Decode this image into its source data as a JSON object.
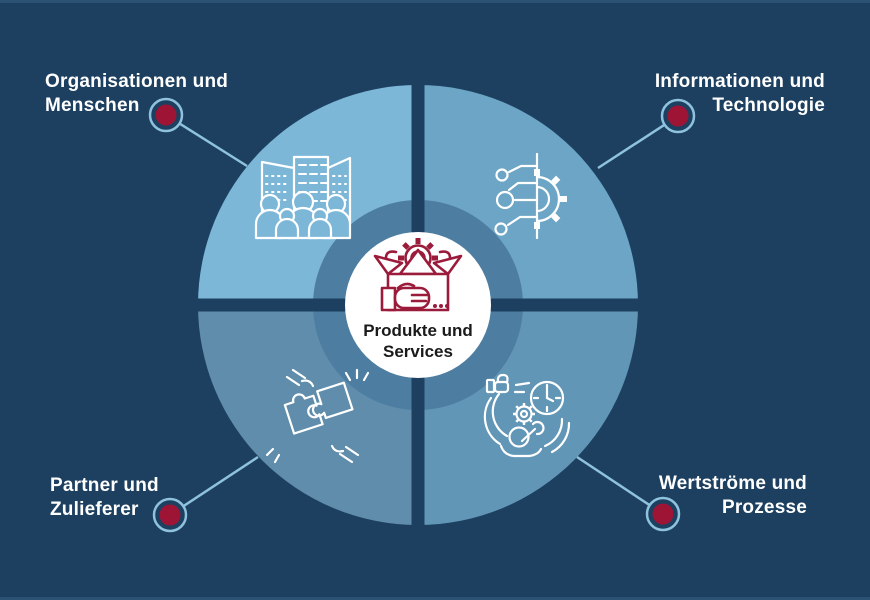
{
  "colors": {
    "background": "#1d4060",
    "edge_strip": "#2b5173",
    "quadrant_top_left": "#7db7d8",
    "quadrant_top_right": "#6ca5c5",
    "quadrant_bottom_left": "#5f8dab",
    "quadrant_bottom_right": "#6296b6",
    "inner_ring": "#4d7ea1",
    "center_circle": "#ffffff",
    "marker_fill": "#9e1435",
    "marker_ring": "#8ec2dd",
    "connector_line": "#8ec2dd",
    "label_text": "#ffffff",
    "center_text": "#1a1a1a",
    "center_icon": "#9b1b3b",
    "quadrant_icon": "#ffffff"
  },
  "center": {
    "line1": "Produkte und",
    "line2": "Services",
    "icon": "open-box-gear-hand"
  },
  "quadrants": [
    {
      "position": "top-left",
      "line1": "Organisationen und",
      "line2": "Menschen",
      "icon": "buildings-people"
    },
    {
      "position": "top-right",
      "line1": "Informationen und",
      "line2": "Technologie",
      "icon": "gear-circuit"
    },
    {
      "position": "bottom-left",
      "line1": "Partner und",
      "line2": "Zulieferer",
      "icon": "puzzle-hands"
    },
    {
      "position": "bottom-right",
      "line1": "Wertströme und",
      "line2": "Prozesse",
      "icon": "clock-gear-wrench-cycle"
    }
  ]
}
